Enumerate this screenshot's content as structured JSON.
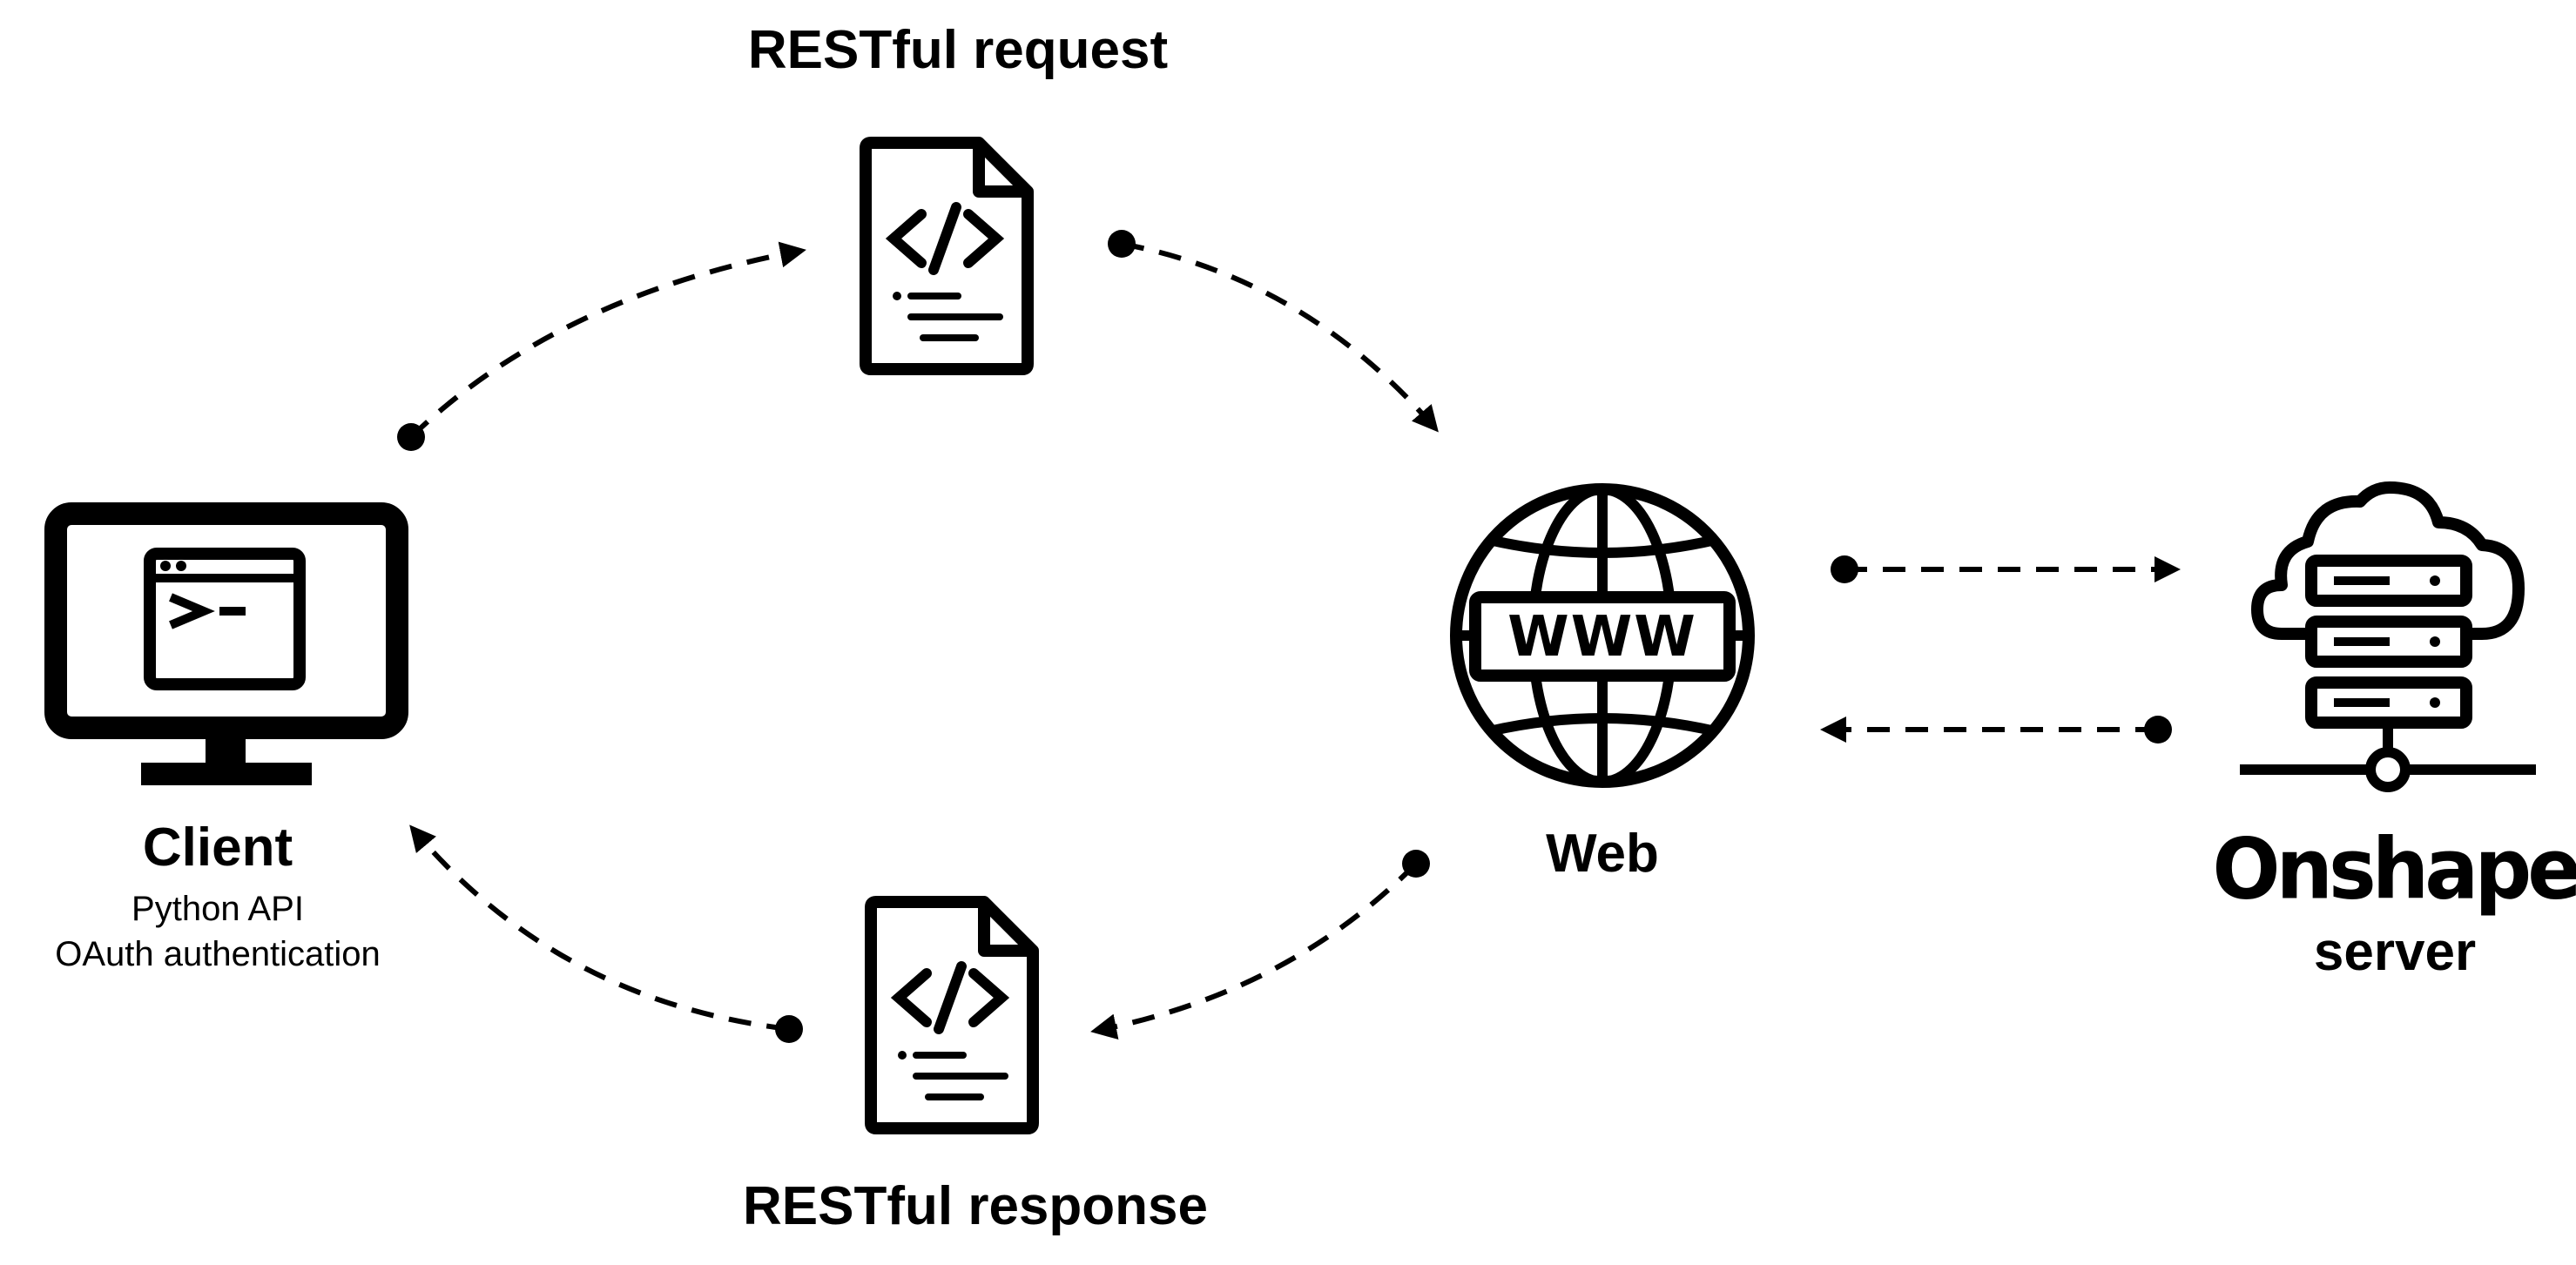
{
  "labels": {
    "request": "RESTful request",
    "response": "RESTful response",
    "client": "Client",
    "client_detail_1": "Python API",
    "client_detail_2": "OAuth authentication",
    "web": "Web",
    "www": "WWW",
    "brand": "Onshape",
    "server": "server"
  },
  "icons": {
    "client": "desktop-terminal-icon",
    "request": "code-document-icon",
    "response": "code-document-icon",
    "web": "globe-www-icon",
    "server": "cloud-server-rack-icon"
  },
  "colors": {
    "ink": "#000000",
    "background": "#ffffff"
  }
}
